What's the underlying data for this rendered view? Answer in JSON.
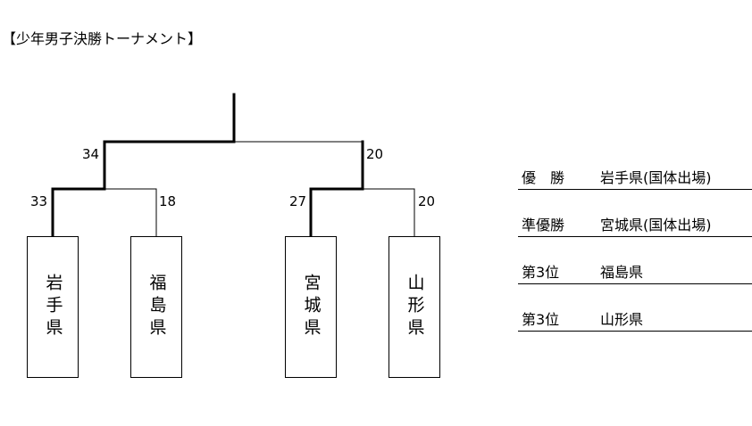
{
  "title": "【少年男子決勝トーナメント】",
  "colors": {
    "line": "#000000",
    "background": "#ffffff"
  },
  "teams": [
    {
      "name": "岩手県"
    },
    {
      "name": "福島県"
    },
    {
      "name": "宮城県"
    },
    {
      "name": "山形県"
    }
  ],
  "scores": {
    "final_left": "34",
    "final_right": "20",
    "semi1_left": "33",
    "semi1_right": "18",
    "semi2_left": "27",
    "semi2_right": "20"
  },
  "results": [
    {
      "rank": "優勝",
      "team": "岩手県(国体出場)"
    },
    {
      "rank": "準優勝",
      "team": "宮城県(国体出場)"
    },
    {
      "rank": "第3位",
      "team": "福島県"
    },
    {
      "rank": "第3位",
      "team": "山形県"
    }
  ]
}
